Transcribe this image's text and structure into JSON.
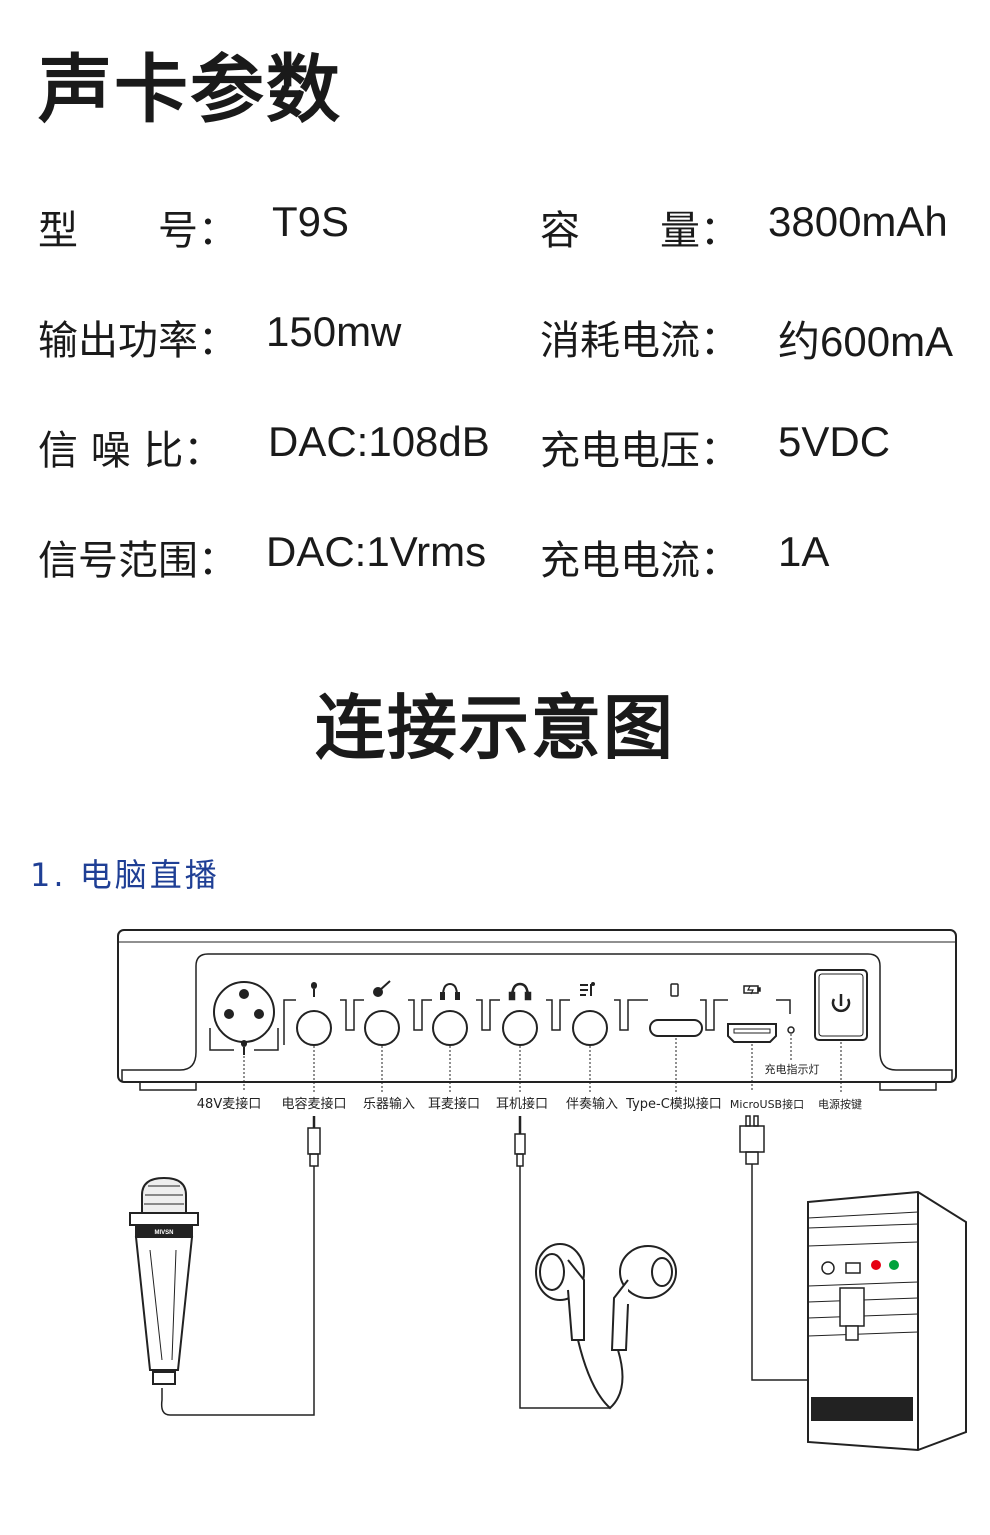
{
  "header": {
    "title": "声卡参数"
  },
  "specs": {
    "model_label": "型　　号：",
    "model_value": "T9S",
    "capacity_label": "容　　量：",
    "capacity_value": "3800mAh",
    "power_label": "输出功率：",
    "power_value": "150mw",
    "consumption_label": "消耗电流：",
    "consumption_value": "约600mA",
    "snr_label": "信 噪 比：",
    "snr_value": "DAC:108dB",
    "charge_voltage_label": "充电电压：",
    "charge_voltage_value": "5VDC",
    "signal_range_label": "信号范围：",
    "signal_range_value": "DAC:1Vrms",
    "charge_current_label": "充电电流：",
    "charge_current_value": "1A"
  },
  "connection": {
    "title": "连接示意图",
    "subtitle": "1. 电脑直播",
    "ports": {
      "p48v": "48V麦接口",
      "condenser_mic": "电容麦接口",
      "instrument_in": "乐器输入",
      "headset_mic": "耳麦接口",
      "headphone": "耳机接口",
      "accompaniment_in": "伴奏输入",
      "typec": "Type-C模拟接口",
      "microusb": "MicroUSB接口",
      "power_button": "电源按键",
      "charge_led": "充电指示灯"
    },
    "mic_brand": "MIVSN"
  },
  "icons": [
    "microphone-icon",
    "guitar-icon",
    "headset-icon",
    "headphones-icon",
    "music-icon",
    "phone-icon",
    "battery-icon",
    "power-icon"
  ],
  "colors": {
    "accent_blue": "#1f3f95",
    "led_red": "#e60012",
    "led_green": "#00a23c"
  }
}
